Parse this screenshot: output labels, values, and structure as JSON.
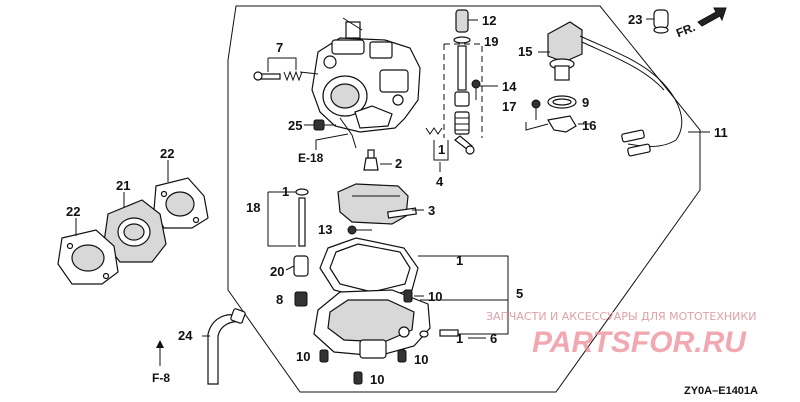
{
  "diagram": {
    "code": "ZY0A–E1401A",
    "direction_label": "FR.",
    "references": {
      "e18": "E-18",
      "f8": "F-8"
    },
    "watermark": {
      "caption": "ЗАПЧАСТИ И АКСЕССУАРЫ ДЛЯ МОТОТЕХНИКИ",
      "brand": "PARTSFOR.RU",
      "brand_color": "#ee8c98"
    },
    "callouts": {
      "c1a": "1",
      "c1b": "1",
      "c1c": "1",
      "c1d": "1",
      "c2": "2",
      "c3": "3",
      "c4": "4",
      "c5": "5",
      "c6": "6",
      "c7": "7",
      "c8": "8",
      "c9": "9",
      "c10a": "10",
      "c10b": "10",
      "c10c": "10",
      "c10d": "10",
      "c11": "11",
      "c12": "12",
      "c13": "13",
      "c14": "14",
      "c15": "15",
      "c16": "16",
      "c17": "17",
      "c18": "18",
      "c19": "19",
      "c20": "20",
      "c21": "21",
      "c22a": "22",
      "c22b": "22",
      "c23": "23",
      "c24": "24",
      "c25": "25"
    }
  }
}
